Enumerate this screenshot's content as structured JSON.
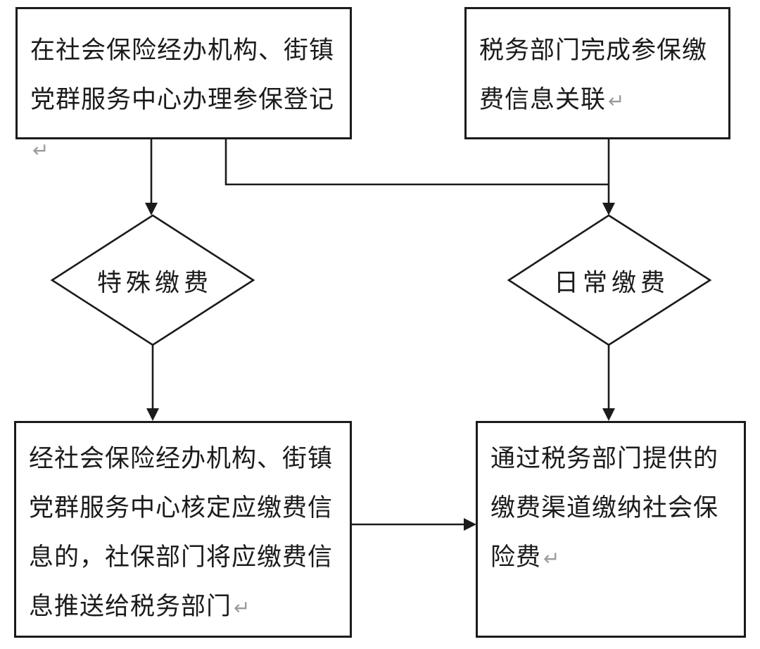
{
  "page": {
    "background_color": "#ffffff",
    "line_color": "#1b1b1b",
    "text_color": "#1b1b1b",
    "return_mark_color": "#9a9a9a"
  },
  "diagram": {
    "type": "flowchart",
    "topic": "社会保险参保缴费流程",
    "nodes": {
      "register_box": {
        "shape": "rectangle",
        "text": "在社会保险经办机构、街镇\n党群服务中心办理参保登记",
        "return_mark": "↵"
      },
      "tax_link_box": {
        "shape": "rectangle",
        "text": "税务部门完成参保缴\n费信息关联",
        "return_mark": "↵"
      },
      "special_payment_diamond": {
        "shape": "diamond",
        "text": "特殊缴费"
      },
      "daily_payment_diamond": {
        "shape": "diamond",
        "text": "日常缴费"
      },
      "verify_box": {
        "shape": "rectangle",
        "text": "经社会保险经办机构、街镇\n党群服务中心核定应缴费信\n息的，社保部门将应缴费信\n息推送给税务部门",
        "return_mark": "↵"
      },
      "pay_box": {
        "shape": "rectangle",
        "text": "通过税务部门提供的\n缴费渠道缴纳社会保\n险费",
        "return_mark": "↵"
      }
    },
    "edges": [
      {
        "from": "register_box",
        "to": "special_payment_diamond",
        "style": "straight-arrow-down"
      },
      {
        "from": "register_box",
        "to": "daily_payment_diamond",
        "style": "elbow-merge"
      },
      {
        "from": "tax_link_box",
        "to": "daily_payment_diamond",
        "style": "straight-arrow-down"
      },
      {
        "from": "special_payment_diamond",
        "to": "verify_box",
        "style": "straight-arrow-down"
      },
      {
        "from": "daily_payment_diamond",
        "to": "pay_box",
        "style": "straight-arrow-down"
      },
      {
        "from": "verify_box",
        "to": "pay_box",
        "style": "straight-arrow-right"
      }
    ]
  }
}
